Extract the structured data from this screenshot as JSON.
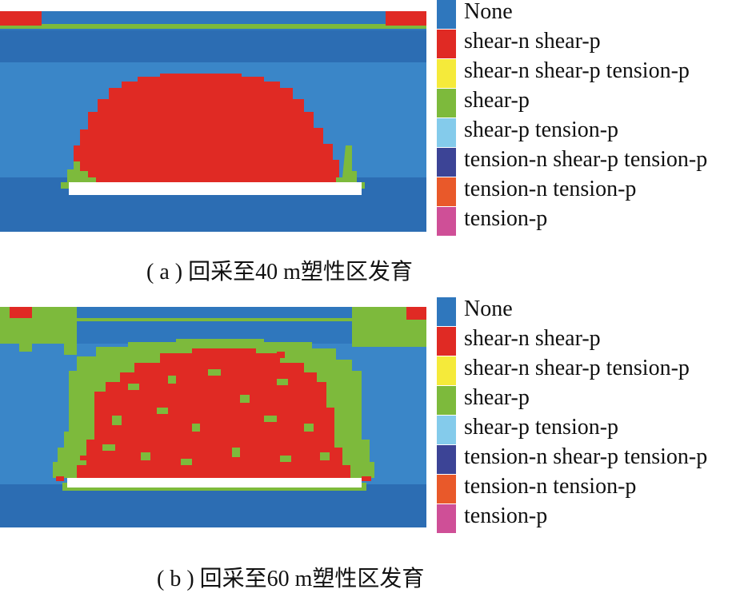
{
  "legend_entries": [
    {
      "label": "None",
      "color": "#2f77bd"
    },
    {
      "label": "shear-n shear-p",
      "color": "#e02a24"
    },
    {
      "label": "shear-n shear-p tension-p",
      "color": "#f5ea3a"
    },
    {
      "label": "shear-p",
      "color": "#7dba3c"
    },
    {
      "label": "shear-p tension-p",
      "color": "#84cbeb"
    },
    {
      "label": "tension-n shear-p tension-p",
      "color": "#3c4496"
    },
    {
      "label": "tension-n tension-p",
      "color": "#e9592a"
    },
    {
      "label": "tension-p",
      "color": "#cf4f97"
    }
  ],
  "panels": [
    {
      "id": "a",
      "caption": "( a ) 回采至40 m塑性区发育"
    },
    {
      "id": "b",
      "caption": "( b ) 回采至60 m塑性区发育"
    }
  ],
  "colors": {
    "rock_dark": "#2c6db3",
    "rock_light": "#3a86c8",
    "goaf": "#ffffff"
  }
}
